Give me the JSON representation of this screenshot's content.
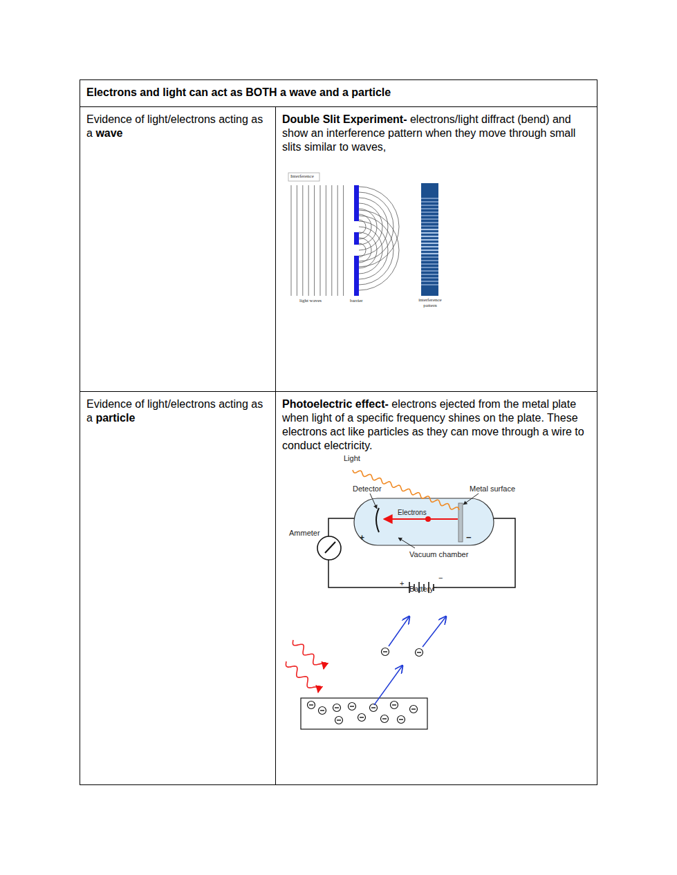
{
  "diagram": {
    "nodes": [
      {
        "text": [
          "Electrons and light can act as BOTH a wave and a particle"
        ]
      },
      {
        "text": [
          "Evidence of light/electrons acting as a",
          "wave"
        ]
      },
      {
        "text": [
          "Double Slit Experiment-",
          "electrons/light diffract (bend) and show an interference pattern when they move through small slits similar to waves,"
        ]
      },
      {
        "text": [
          "Evidence of light/electrons acting as a",
          "particle"
        ]
      },
      {
        "text": [
          "Photoelectric effect-",
          "electrons ejected from the metal plate when light of a specific frequency shines on the plate. These electrons act like particles as they can move through a wire to conduct electricity."
        ]
      }
    ],
    "labels": [
      "Interference",
      "light waves",
      "barrier",
      "interference pattern",
      "Light",
      "Detector",
      "Metal surface",
      "Electrons",
      "+",
      "−",
      "Ammeter",
      "Vacuum chamber",
      "+",
      "Battery",
      "−"
    ]
  }
}
